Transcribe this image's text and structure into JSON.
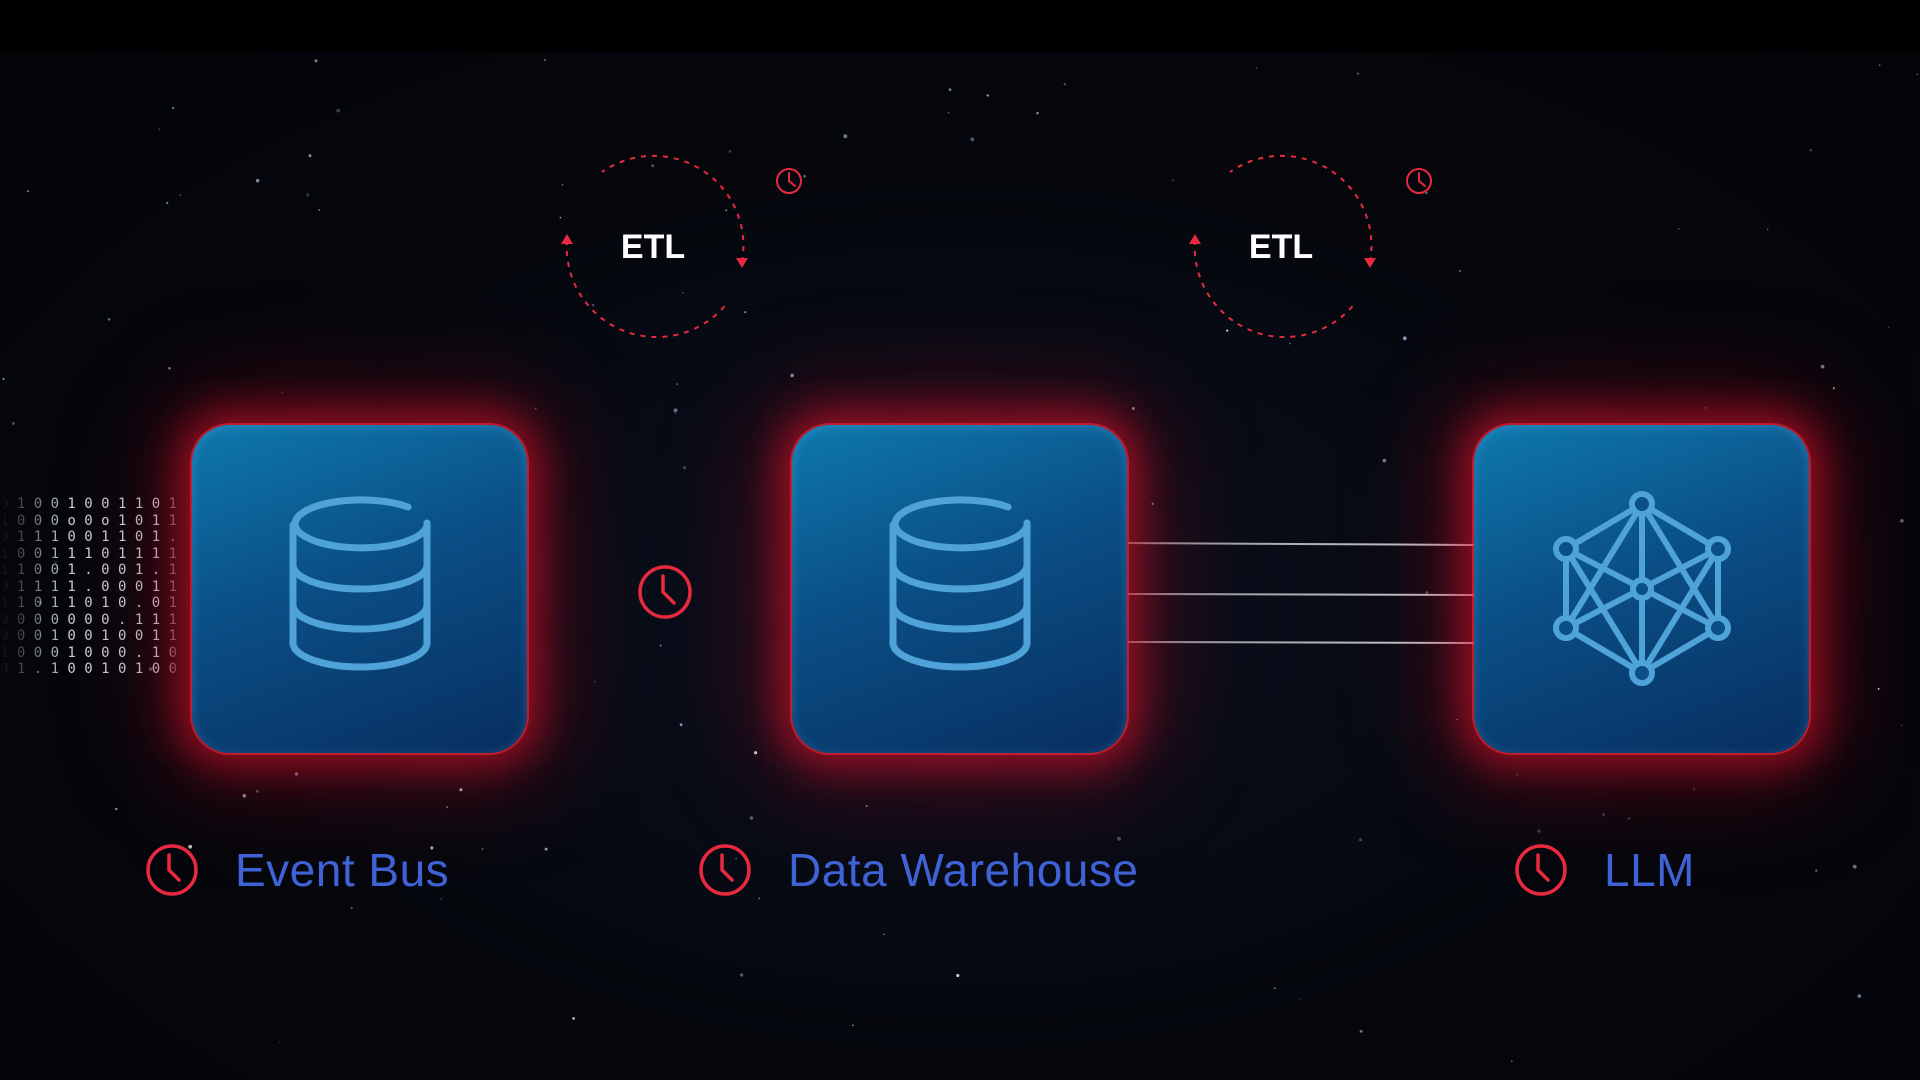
{
  "nodes": [
    {
      "id": "event-bus",
      "label": "Event Bus",
      "icon": "database-icon"
    },
    {
      "id": "data-warehouse",
      "label": "Data Warehouse",
      "icon": "database-icon"
    },
    {
      "id": "llm",
      "label": "LLM",
      "icon": "neural-network-icon"
    }
  ],
  "etl": [
    {
      "label": "ETL"
    },
    {
      "label": "ETL"
    }
  ],
  "colors": {
    "accent_red": "#e8293f",
    "label_blue": "#3f63d6",
    "node_top": "#0e79ad",
    "node_bottom": "#082e5f",
    "icon_stroke": "#4fa3d8"
  }
}
